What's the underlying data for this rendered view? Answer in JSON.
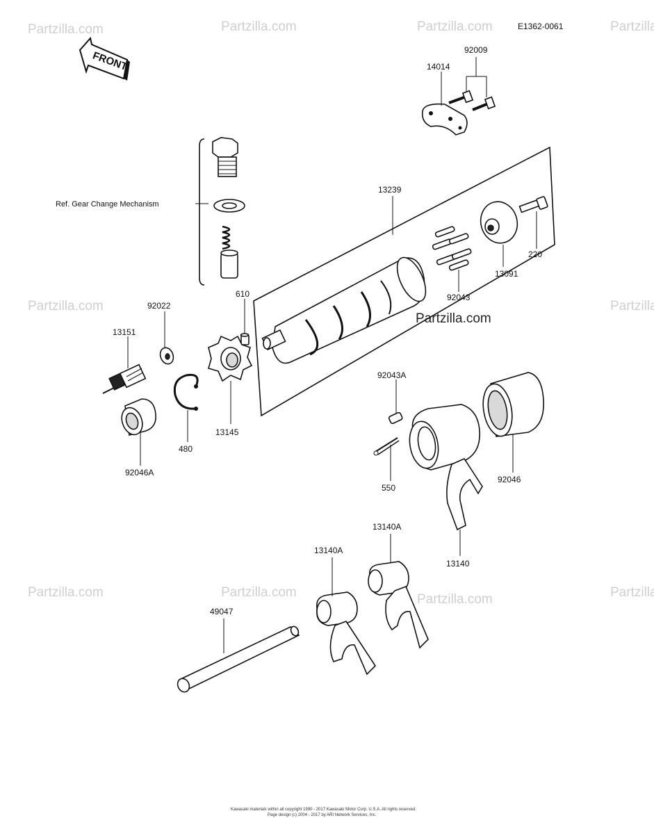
{
  "diagram_code": "E1362-0061",
  "front_label": "FRONT",
  "ref_label": "Ref. Gear Change Mechanism",
  "watermark": "Partzilla.com",
  "watermark_center": "Partzilla.com",
  "parts": {
    "p92009": "92009",
    "p14014": "14014",
    "p13239": "13239",
    "p220": "220",
    "p13091": "13091",
    "p92043": "92043",
    "p610": "610",
    "p92022": "92022",
    "p13151": "13151",
    "p13145": "13145",
    "p480": "480",
    "p92046A": "92046A",
    "p92043A": "92043A",
    "p550": "550",
    "p92046": "92046",
    "p13140": "13140",
    "p13140A_1": "13140A",
    "p13140A_2": "13140A",
    "p49047": "49047"
  },
  "footer": {
    "line1": "Kawasaki materials within all copyright 1990 - 2017 Kawasaki Motor Corp. U.S.A. All rights reserved.",
    "line2": "Page design (c) 2004 - 2017 by ARI Network Services, Inc."
  }
}
